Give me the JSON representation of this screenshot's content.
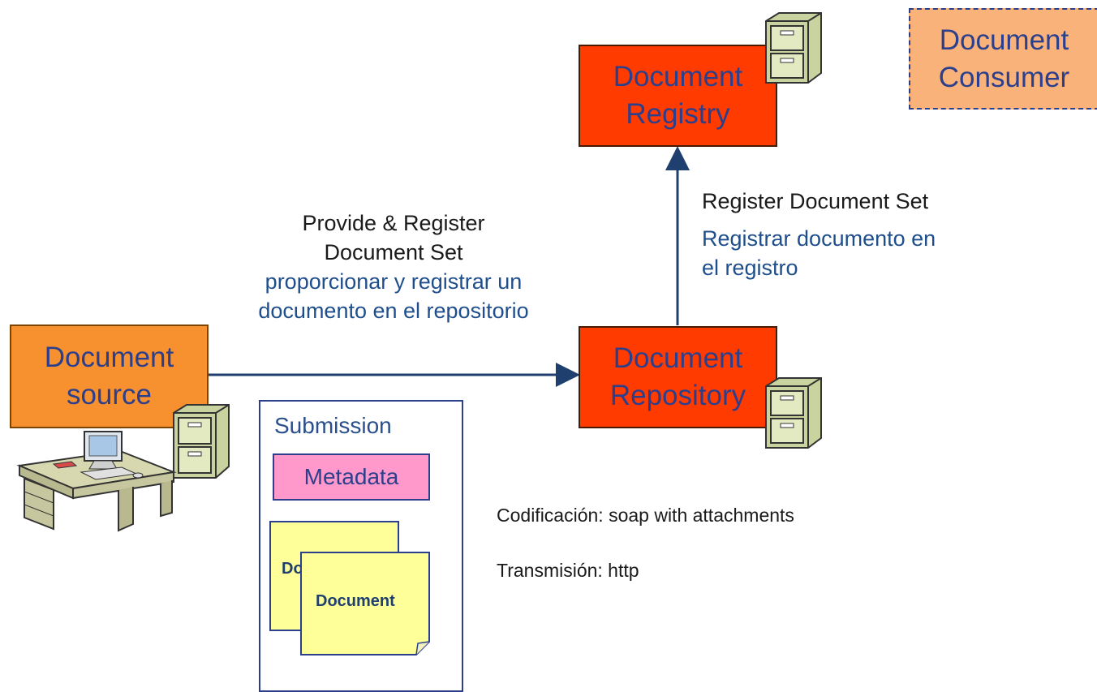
{
  "nodes": {
    "registry": [
      "Document",
      "Registry"
    ],
    "repository": [
      "Document",
      "Repository"
    ],
    "source": [
      "Document",
      "source"
    ],
    "consumer": [
      "Document",
      "Consumer"
    ]
  },
  "edges": {
    "provide_register": {
      "en": [
        "Provide & Register",
        "Document Set"
      ],
      "es": [
        "proporcionar y registrar un",
        "documento en el repositorio"
      ]
    },
    "register": {
      "en": "Register Document Set",
      "es": [
        "Registrar documento en",
        "el registro"
      ]
    }
  },
  "submission": {
    "title": "Submission",
    "metadata": "Metadata",
    "document_back": "Do",
    "document_front": "Document"
  },
  "notes": {
    "encoding": "Codificación: soap with attachments",
    "transmission": "Transmisión: http"
  },
  "colors": {
    "registry_fill": "#ff3b00",
    "source_fill": "#f7912f",
    "consumer_fill": "#f8b27a",
    "metadata_fill": "#ff99cc",
    "document_fill": "#ffff99",
    "arrow": "#1f3f6e"
  },
  "icons": [
    "filing-cabinet-icon",
    "computer-desk-icon"
  ]
}
